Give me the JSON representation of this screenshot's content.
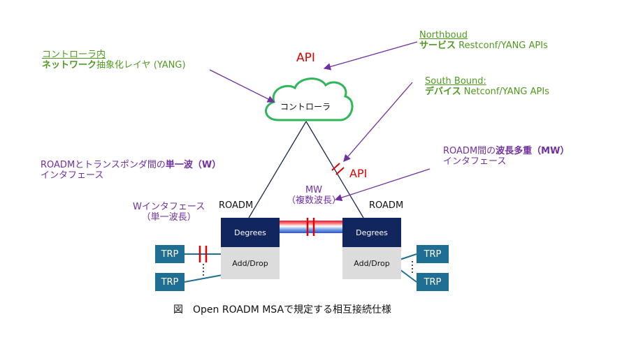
{
  "cloud_label": "コントローラ",
  "api_top": "API",
  "api_mid": "API",
  "northbound": {
    "title": "Northboud",
    "desc_bold": "サービス",
    "desc_rest": " Restconf/YANG APIs"
  },
  "controller_note": {
    "line1": "コントローラ内",
    "line2_bold": "ネットワーク",
    "line2_rest": "抽象化レイヤ (YANG)"
  },
  "southbound": {
    "title": "South Bound:",
    "desc_bold": "デバイス",
    "desc_rest": " Netconf/YANG APIs"
  },
  "w_note": {
    "line1_pre": "ROADMとトランスポンダ間の",
    "line1_bold": "単一波（W）",
    "line2": "インタフェース"
  },
  "mw_note": {
    "line1_pre": "ROADM間の",
    "line1_bold": "波長多重（MW）",
    "line2": "インタフェース"
  },
  "w_interface": {
    "line1": "Wインタフェース",
    "line2": "（単一波長）"
  },
  "mw_label": {
    "line1": "MW",
    "line2": "（複数波長）"
  },
  "roadm_left": "ROADM",
  "roadm_right": "ROADM",
  "degrees_left": "Degrees",
  "degrees_right": "Degrees",
  "adddrop_left": "Add/Drop",
  "adddrop_right": "Add/Drop",
  "trp": [
    "TRP",
    "TRP",
    "TRP",
    "TRP"
  ],
  "caption": "図　Open ROADM MSAで規定する相互接続仕様",
  "colors": {
    "green": "#4e9a1f",
    "purple": "#7030a0",
    "red": "#e00000",
    "navy": "#10265c",
    "trp": "#1f6e94",
    "cloud": "#2fb55a"
  }
}
